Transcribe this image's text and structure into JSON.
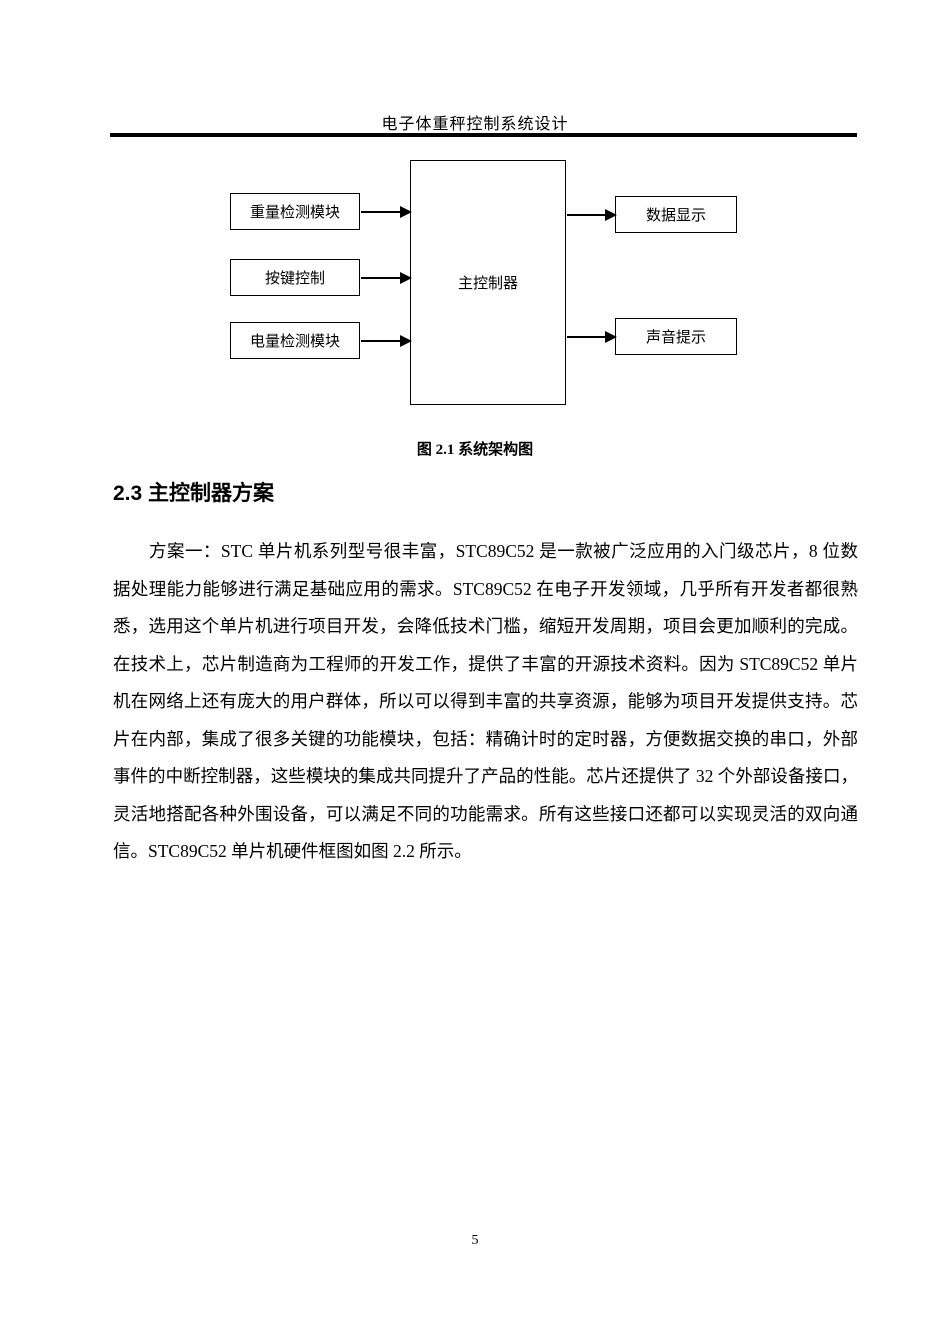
{
  "header": {
    "title": "电子体重秤控制系统设计"
  },
  "diagram": {
    "center_box": "主控制器",
    "left_boxes": [
      "重量检测模块",
      "按键控制",
      "电量检测模块"
    ],
    "right_boxes": [
      "数据显示",
      "声音提示"
    ],
    "caption": "图 2.1 系统架构图"
  },
  "section": {
    "heading": "2.3 主控制器方案",
    "paragraph": "方案一：STC 单片机系列型号很丰富，STC89C52 是一款被广泛应用的入门级芯片，8 位数据处理能力能够进行满足基础应用的需求。STC89C52 在电子开发领域，几乎所有开发者都很熟悉，选用这个单片机进行项目开发，会降低技术门槛，缩短开发周期，项目会更加顺利的完成。在技术上，芯片制造商为工程师的开发工作，提供了丰富的开源技术资料。因为 STC89C52 单片机在网络上还有庞大的用户群体，所以可以得到丰富的共享资源，能够为项目开发提供支持。芯片在内部，集成了很多关键的功能模块，包括：精确计时的定时器，方便数据交换的串口，外部事件的中断控制器，这些模块的集成共同提升了产品的性能。芯片还提供了 32 个外部设备接口，灵活地搭配各种外围设备，可以满足不同的功能需求。所有这些接口还都可以实现灵活的双向通信。STC89C52 单片机硬件框图如图 2.2 所示。"
  },
  "footer": {
    "page_number": "5"
  }
}
